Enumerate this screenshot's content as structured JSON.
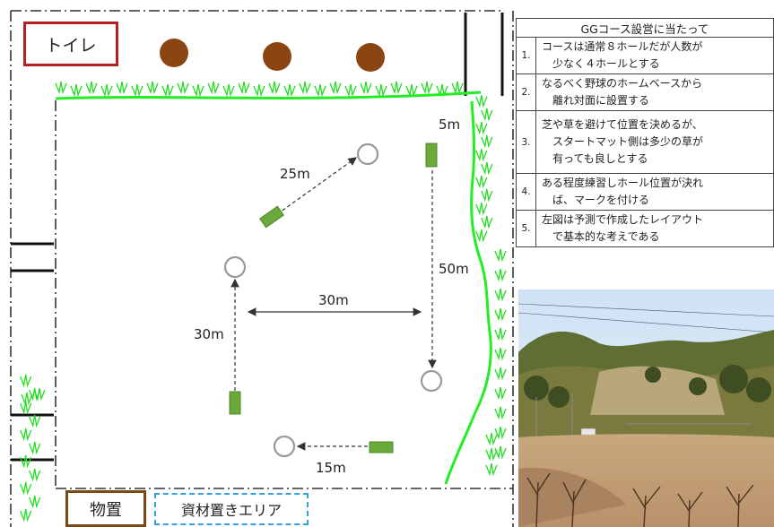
{
  "labels": {
    "toilet": "トイレ",
    "storage": "物置",
    "materials_area": "資材置きエリア"
  },
  "distances": {
    "d25": "25m",
    "d5": "5m",
    "d50": "50m",
    "d30_horizontal": "30m",
    "d30_vertical": "30m",
    "d15": "15m"
  },
  "notes": {
    "title": "GGコース設営に当たって",
    "items": [
      {
        "num": "1.",
        "line1": "コースは通常８ホールだが人数が",
        "line2": "少なく４ホールとする"
      },
      {
        "num": "2.",
        "line1": "なるべく野球のホームベースから",
        "line2": "離れ対面に設置する"
      },
      {
        "num": "3.",
        "line1": "芝や草を避けて位置を決めるが、",
        "line2": "スタートマット側は多少の草が",
        "line3": "有っても良しとする"
      },
      {
        "num": "4.",
        "line1": "ある程度練習しホール位置が決れ",
        "line2": "ば、マークを付ける"
      },
      {
        "num": "5.",
        "line1": "左図は予測で作成したレイアウト",
        "line2": "で基本的な考えである"
      }
    ]
  },
  "colors": {
    "grass": "#22dd22",
    "mat": "#6aaa3a",
    "tree": "#8b4513",
    "toilet_border": "#b22222",
    "storage_border": "#7b4a14",
    "materials_border": "#2ea3e0"
  }
}
